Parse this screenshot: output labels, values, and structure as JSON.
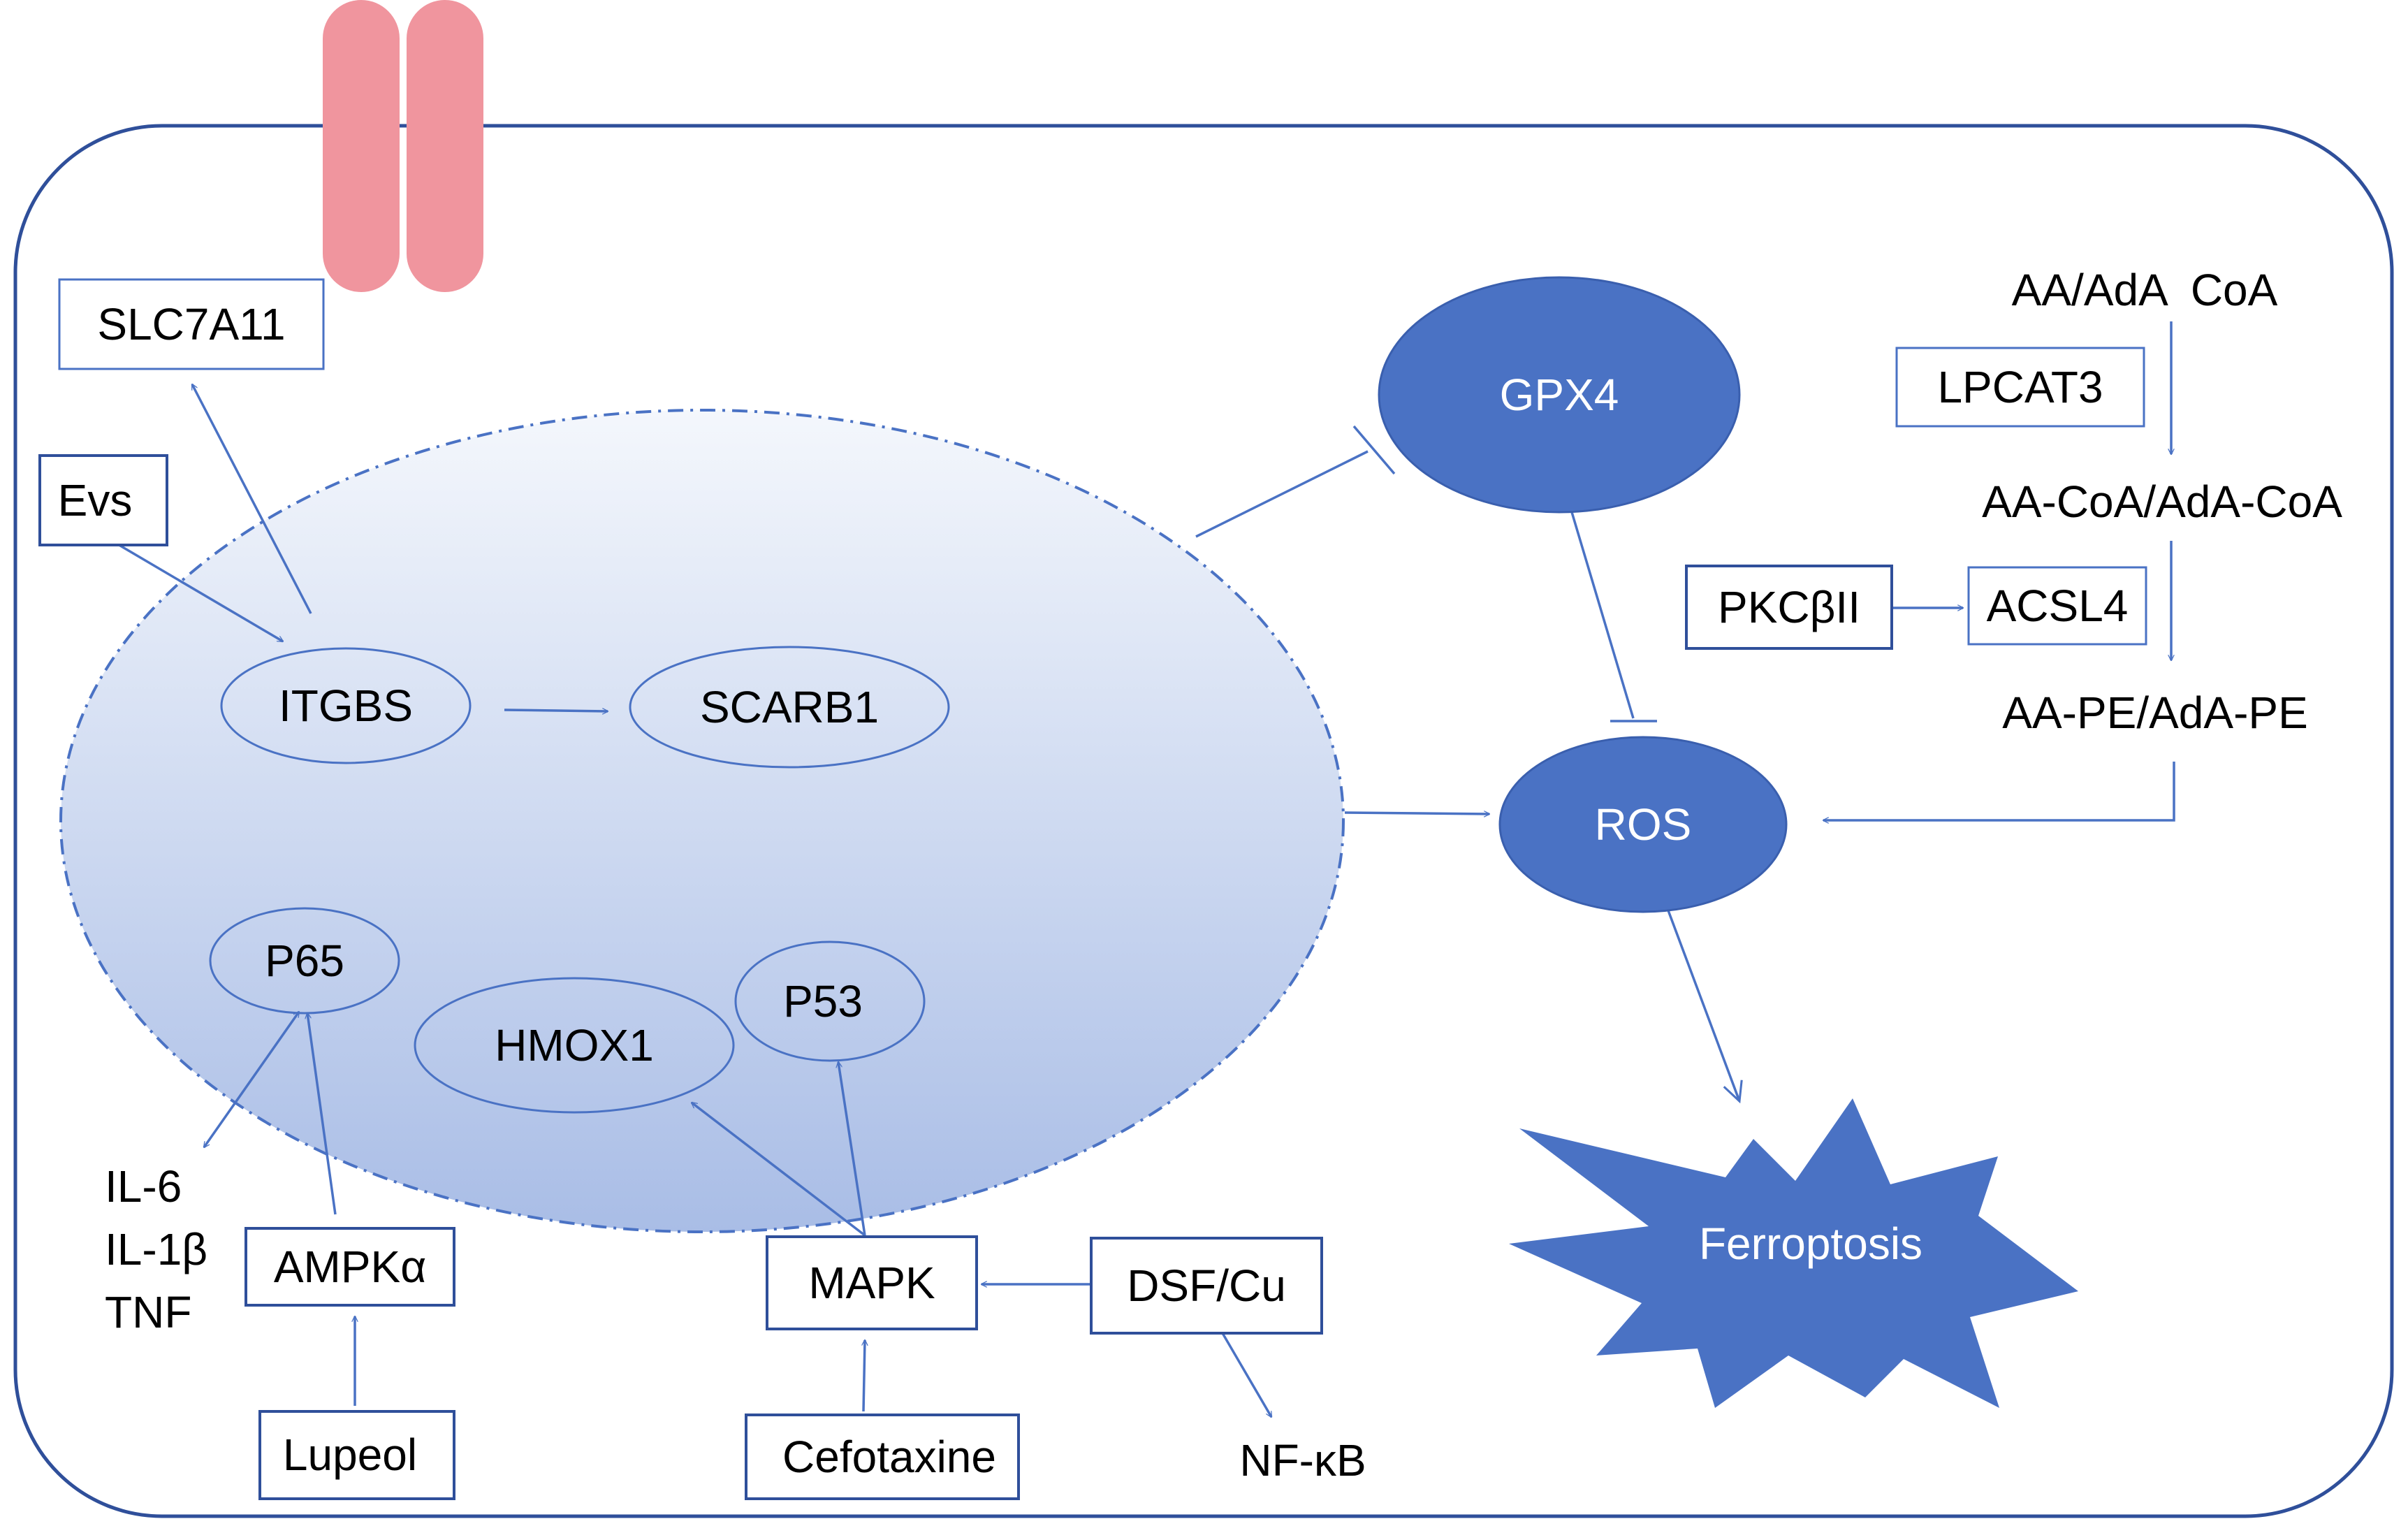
{
  "colors": {
    "membrane": "#2f4f9a",
    "receptor": "#f0959e",
    "node_fill": "#4a72c4",
    "arrow": "#4a72c4",
    "nucleus_top": "#f4f7fc",
    "nucleus_bottom": "#a9bde6"
  },
  "nodes": {
    "slc7a11": "SLC7A11",
    "evs": "Evs",
    "itgbs": "ITGBS",
    "scarb1": "SCARB1",
    "p65": "P65",
    "hmox1": "HMOX1",
    "p53": "P53",
    "il6": "IL-6",
    "il1b": "IL-1β",
    "tnf": "TNF",
    "ampka": "AMPKα",
    "lupeol": "Lupeol",
    "mapk": "MAPK",
    "dsfcu": "DSF/Cu",
    "cefotaxine": "Cefotaxine",
    "nfkb": "NF-κB",
    "gpx4": "GPX4",
    "ros": "ROS",
    "ferroptosis": "Ferroptosis",
    "aa_ada_coa": "AA/AdA  CoA",
    "lpcat3": "LPCAT3",
    "aa_coa": "AA-CoA/AdA-CoA",
    "pkcbii": "PKCβII",
    "acsl4": "ACSL4",
    "aa_pe": "AA-PE/AdA-PE"
  }
}
